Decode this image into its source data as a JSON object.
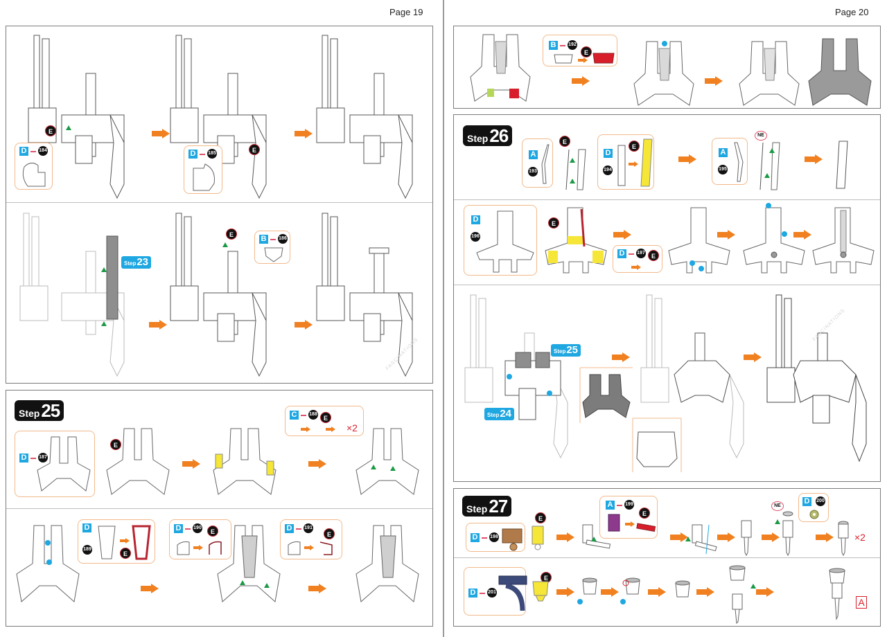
{
  "pages": {
    "left": {
      "label": "Page 19"
    },
    "right": {
      "label": "Page 20"
    }
  },
  "watermark": "FASCINATIONS",
  "steps": {
    "step25": {
      "word": "Step",
      "number": "25"
    },
    "step26": {
      "word": "Step",
      "number": "26"
    },
    "step27": {
      "word": "Step",
      "number": "27"
    }
  },
  "step_refs": {
    "ref23": {
      "word": "Step",
      "number": "23"
    },
    "ref24": {
      "word": "Step",
      "number": "24"
    },
    "ref25": {
      "word": "Step",
      "number": "25"
    }
  },
  "glue_tag": "E",
  "no_glue_tag": "NE",
  "callouts": [
    {
      "sheet": "D",
      "part": "184"
    },
    {
      "sheet": "D",
      "part": "185"
    },
    {
      "sheet": "B",
      "part": "186"
    },
    {
      "sheet": "D",
      "part": "187"
    },
    {
      "sheet": "C",
      "part": "188",
      "multiplier": "×2"
    },
    {
      "sheet": "D",
      "part": "189"
    },
    {
      "sheet": "D",
      "part": "190"
    },
    {
      "sheet": "D",
      "part": "191"
    },
    {
      "sheet": "B",
      "part": "192"
    },
    {
      "sheet": "A",
      "part": "193"
    },
    {
      "sheet": "D",
      "part": "194"
    },
    {
      "sheet": "A",
      "part": "195"
    },
    {
      "sheet": "D",
      "part": "196"
    },
    {
      "sheet": "D",
      "part": "197"
    },
    {
      "sheet": "D",
      "part": "198"
    },
    {
      "sheet": "A",
      "part": "199"
    },
    {
      "sheet": "D",
      "part": "200"
    },
    {
      "sheet": "D",
      "part": "201"
    }
  ],
  "step27_multiplier": "×2",
  "final_part_label": "A",
  "colors": {
    "arrow": "#f08020",
    "sheet_badge": "#1ea7e1",
    "callout_border": "#f2b98a",
    "glue_highlight": "#f5e637",
    "red_part": "#d81e2a",
    "alignment_triangle": "#1b9a46"
  }
}
